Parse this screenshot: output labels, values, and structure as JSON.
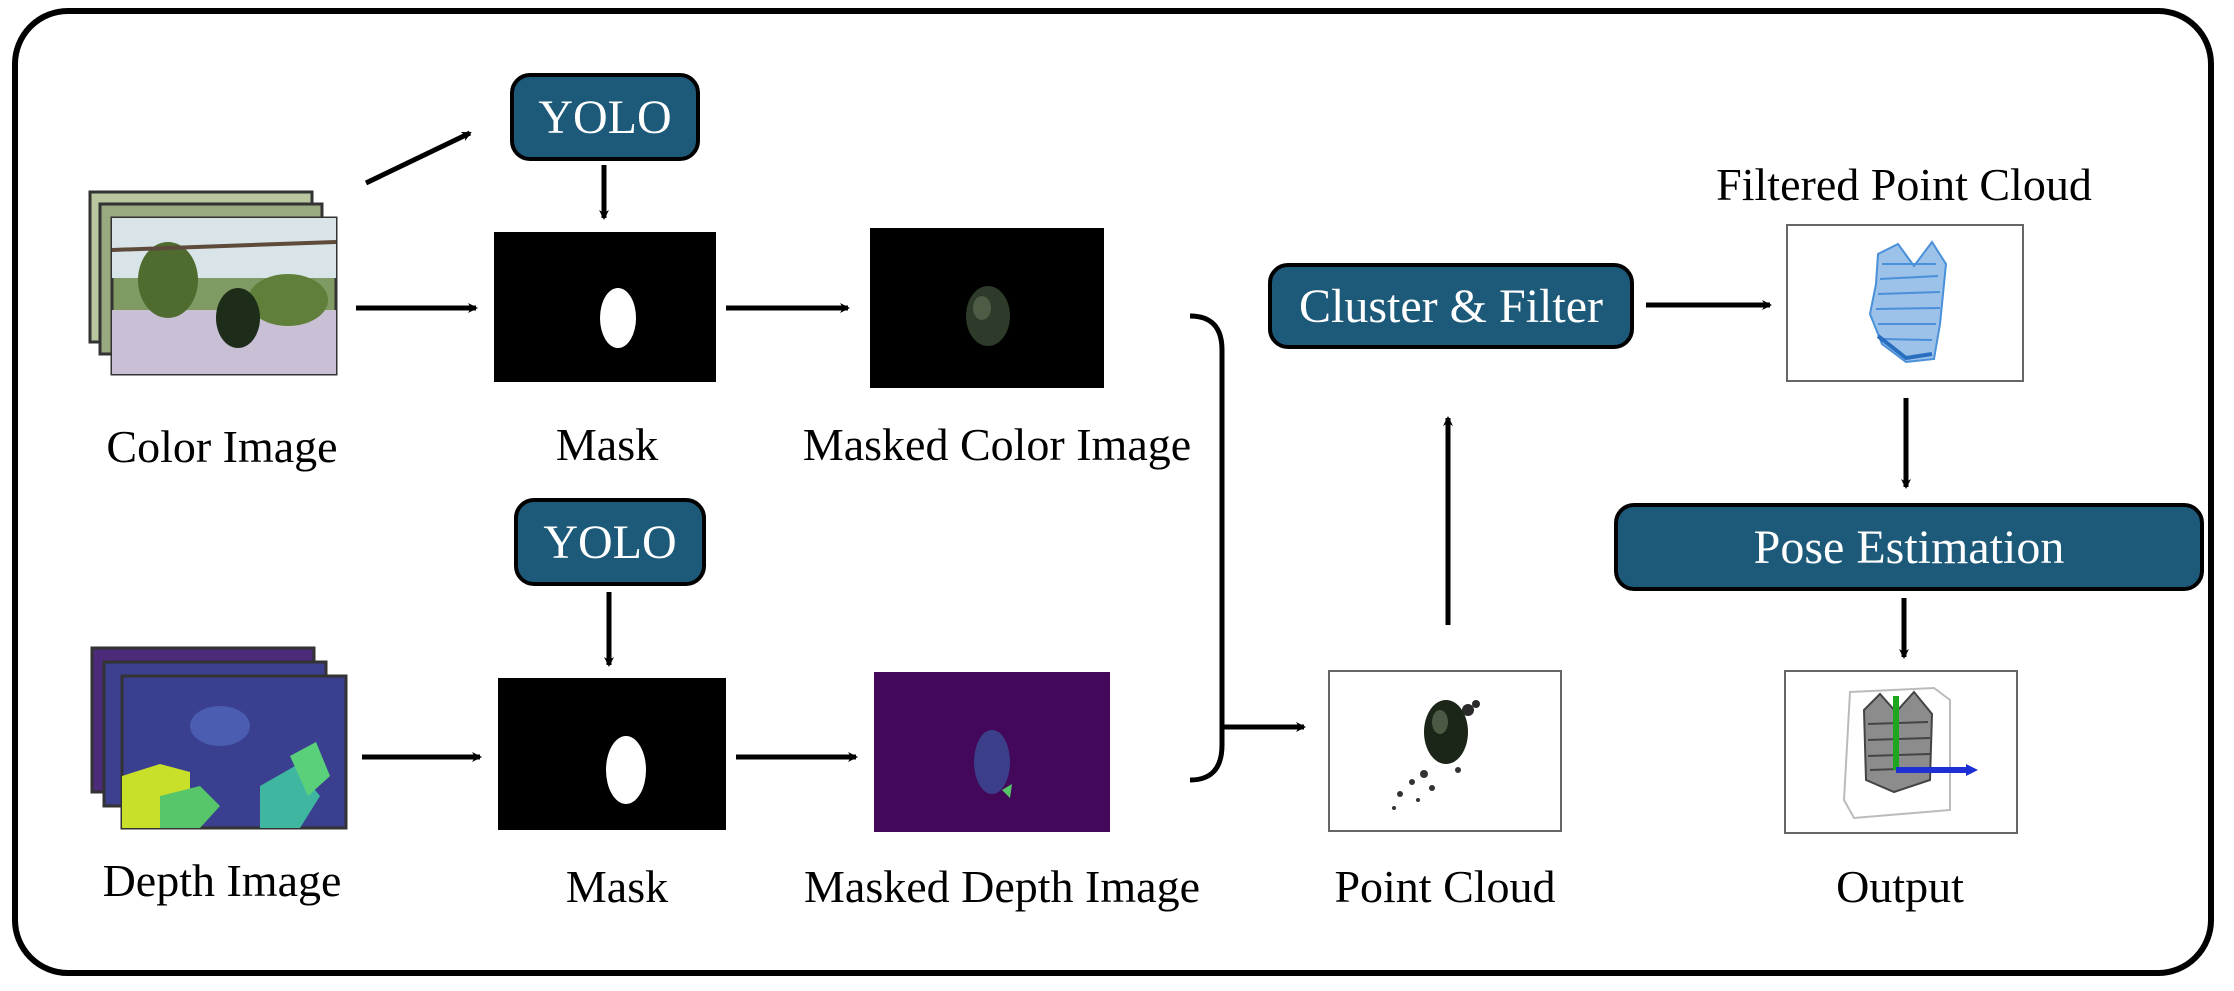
{
  "nodes": {
    "yolo_top": "YOLO",
    "yolo_bottom": "YOLO",
    "cluster_filter": "Cluster & Filter",
    "pose_estimation": "Pose Estimation"
  },
  "labels": {
    "color_image": "Color Image",
    "mask_top": "Mask",
    "masked_color_image": "Masked Color Image",
    "filtered_point_cloud": "Filtered Point Cloud",
    "depth_image": "Depth Image",
    "mask_bottom": "Mask",
    "masked_depth_image": "Masked Depth Image",
    "point_cloud": "Point Cloud",
    "output": "Output"
  },
  "colors": {
    "box_fill": "#1d5a7a",
    "depth_background": "#44085a",
    "point_cloud_blue": "#4a90d9",
    "axis_green": "#1fa61f",
    "axis_blue": "#1f2fd6"
  }
}
